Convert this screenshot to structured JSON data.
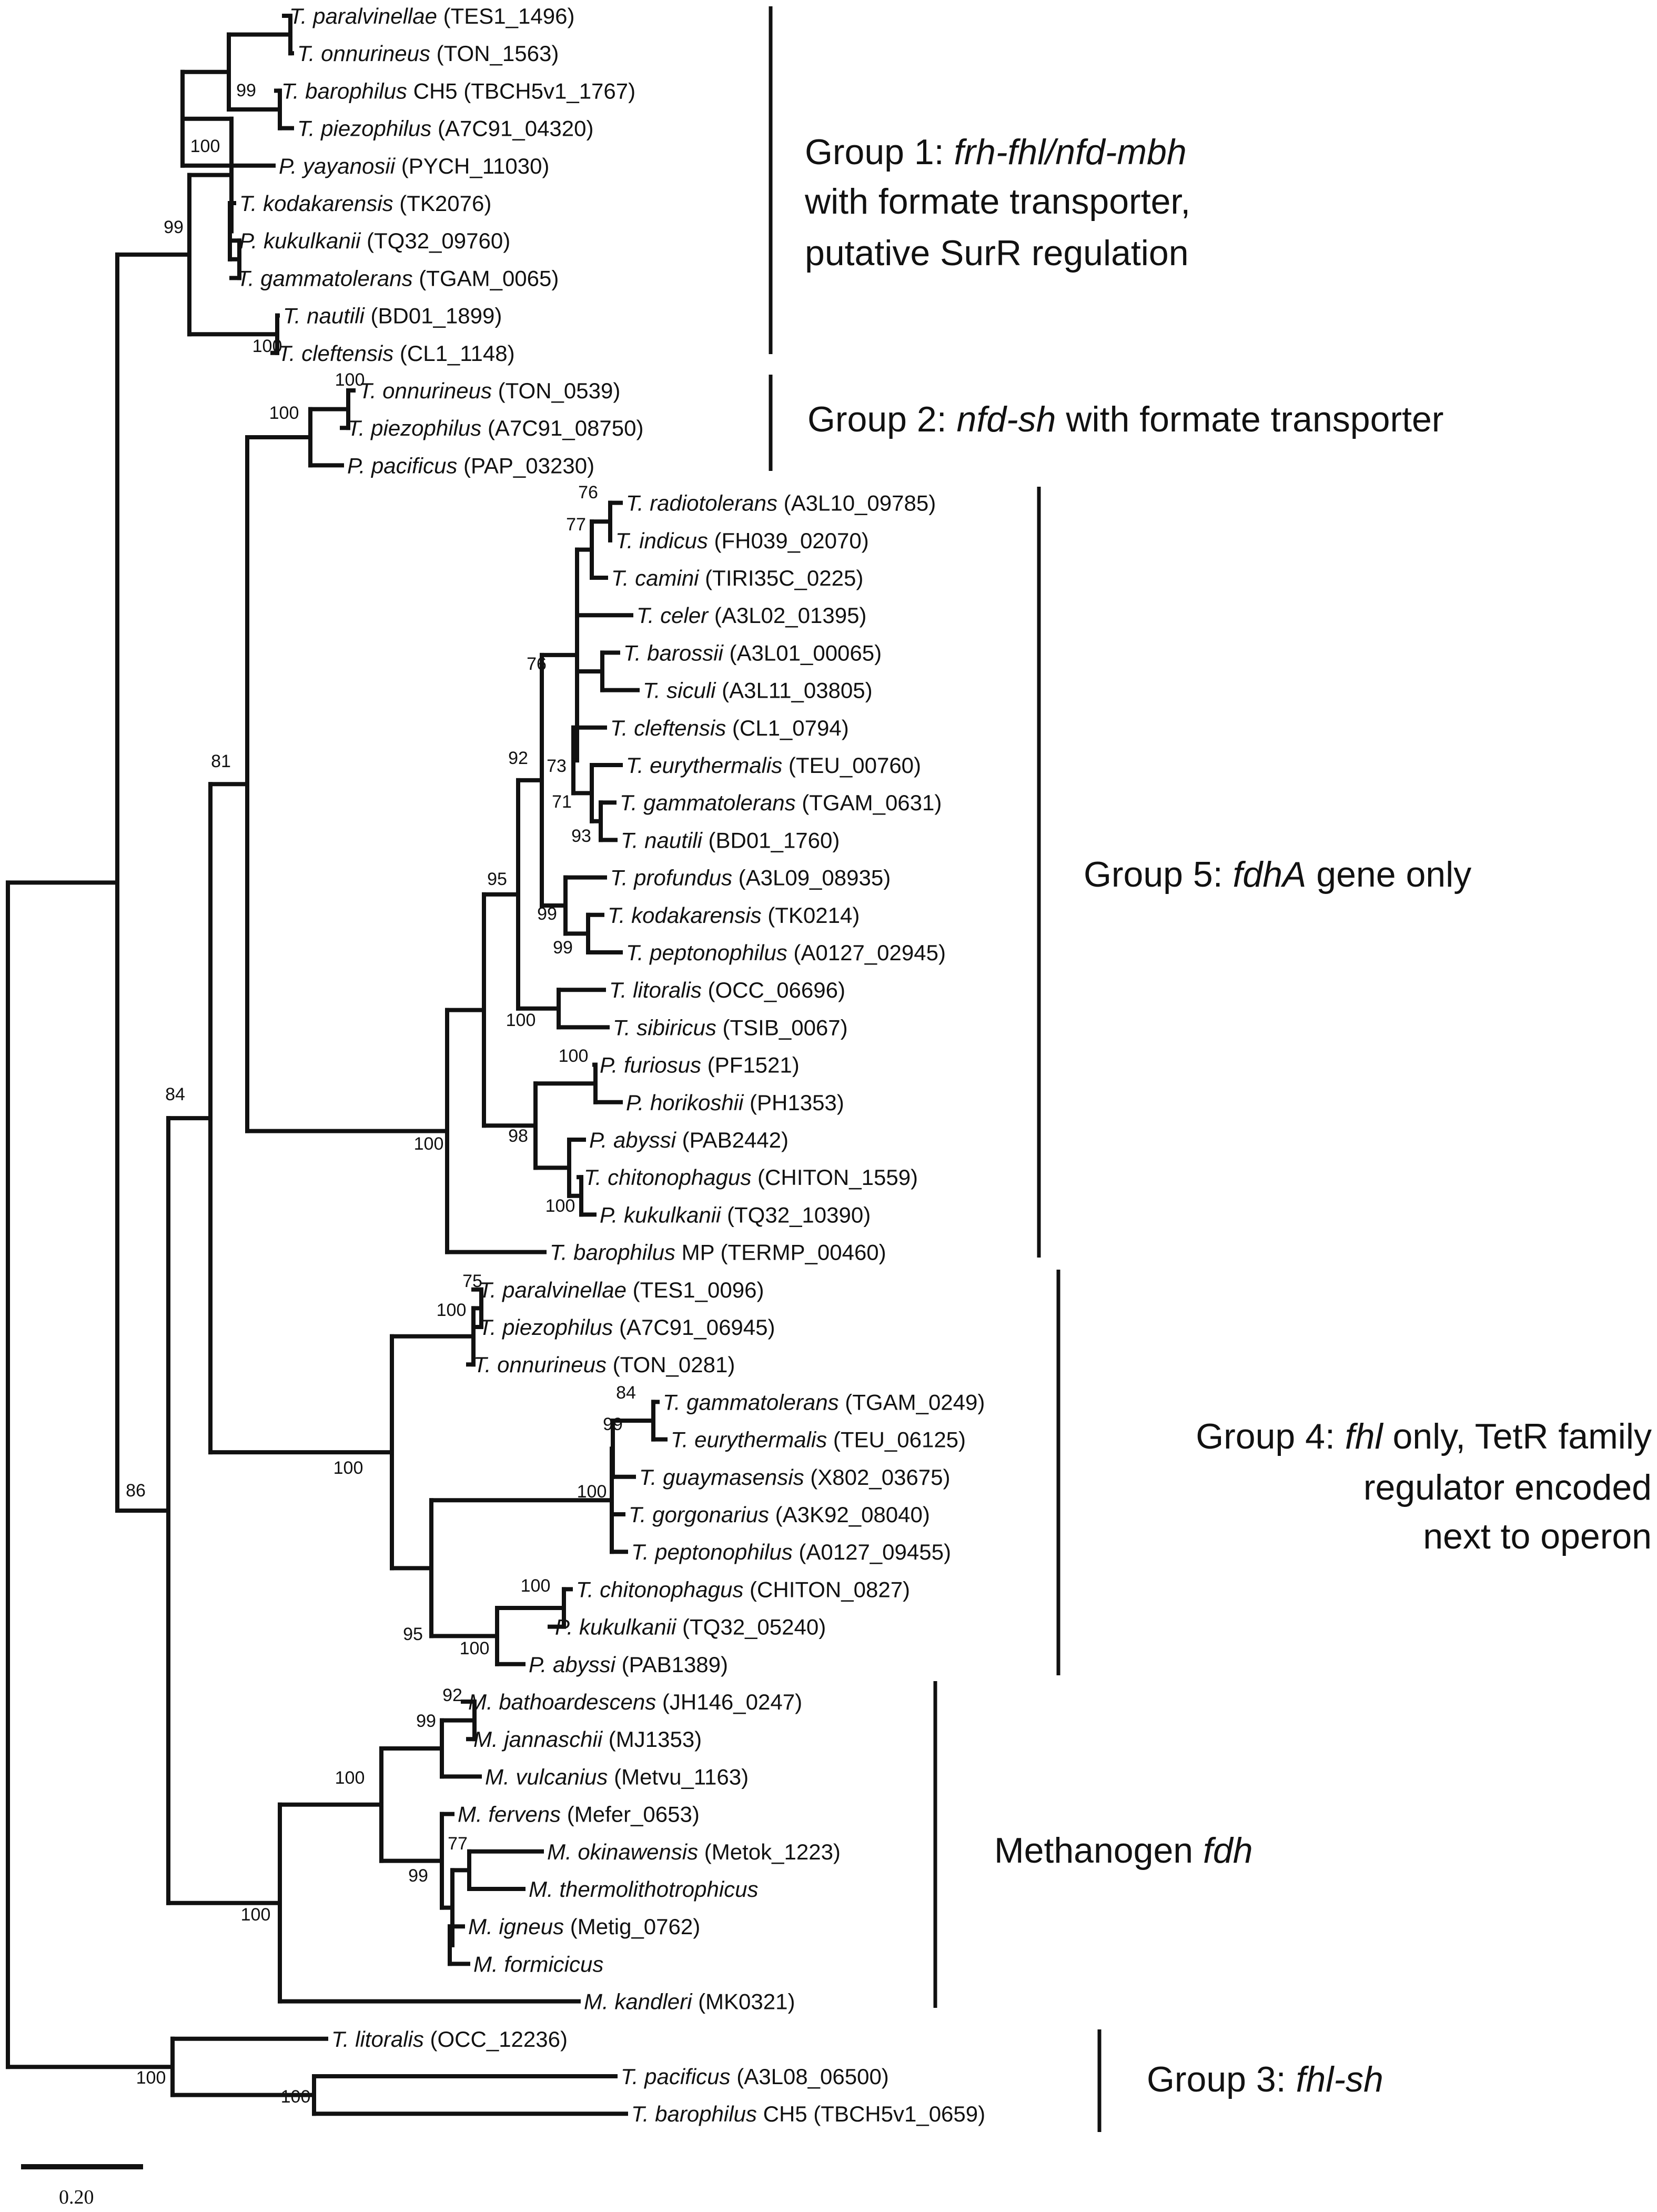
{
  "leaves": [
    {
      "sp": "T. paralvinellae",
      "id": "(TES1_1496)"
    },
    {
      "sp": "T. onnurineus",
      "id": "(TON_1563)"
    },
    {
      "sp": "T. barophilus",
      "suffix": " CH5",
      "id": "(TBCH5v1_1767)"
    },
    {
      "sp": "T. piezophilus",
      "id": "(A7C91_04320)"
    },
    {
      "sp": "P. yayanosii",
      "id": "(PYCH_11030)"
    },
    {
      "sp": "T. kodakarensis",
      "id": "(TK2076)"
    },
    {
      "sp": "P. kukulkanii",
      "id": "(TQ32_09760)"
    },
    {
      "sp": "T. gammatolerans",
      "id": "(TGAM_0065)"
    },
    {
      "sp": "T. nautili",
      "id": "(BD01_1899)"
    },
    {
      "sp": "T. cleftensis",
      "id": "(CL1_1148)"
    },
    {
      "sp": "T. onnurineus",
      "id": "(TON_0539)"
    },
    {
      "sp": "T. piezophilus",
      "id": "(A7C91_08750)"
    },
    {
      "sp": "P. pacificus",
      "id": "(PAP_03230)"
    },
    {
      "sp": "T. radiotolerans",
      "id": "(A3L10_09785)"
    },
    {
      "sp": "T. indicus",
      "id": "(FH039_02070)"
    },
    {
      "sp": "T. camini",
      "id": "(TIRI35C_0225)"
    },
    {
      "sp": "T. celer",
      "id": "(A3L02_01395)"
    },
    {
      "sp": "T. barossii",
      "id": "(A3L01_00065)"
    },
    {
      "sp": "T. siculi",
      "id": "(A3L11_03805)"
    },
    {
      "sp": "T. cleftensis",
      "id": "(CL1_0794)"
    },
    {
      "sp": "T. eurythermalis",
      "id": "(TEU_00760)"
    },
    {
      "sp": "T. gammatolerans",
      "id": "(TGAM_0631)"
    },
    {
      "sp": "T. nautili",
      "id": "(BD01_1760)"
    },
    {
      "sp": "T. profundus",
      "id": "(A3L09_08935)"
    },
    {
      "sp": "T. kodakarensis",
      "id": "(TK0214)"
    },
    {
      "sp": "T. peptonophilus",
      "id": "(A0127_02945)"
    },
    {
      "sp": "T. litoralis",
      "id": "(OCC_06696)"
    },
    {
      "sp": "T. sibiricus",
      "id": "(TSIB_0067)"
    },
    {
      "sp": "P. furiosus",
      "id": "(PF1521)"
    },
    {
      "sp": "P. horikoshii",
      "id": "(PH1353)"
    },
    {
      "sp": "P. abyssi",
      "id": "(PAB2442)"
    },
    {
      "sp": "T. chitonophagus",
      "id": "(CHITON_1559)"
    },
    {
      "sp": "P. kukulkanii",
      "id": "(TQ32_10390)"
    },
    {
      "sp": "T. barophilus",
      "suffix": " MP",
      "id": "(TERMP_00460)"
    },
    {
      "sp": "T. paralvinellae",
      "id": "(TES1_0096)"
    },
    {
      "sp": "T. piezophilus",
      "id": "(A7C91_06945)"
    },
    {
      "sp": "T. onnurineus",
      "id": "(TON_0281)"
    },
    {
      "sp": "T. gammatolerans",
      "id": "(TGAM_0249)"
    },
    {
      "sp": "T. eurythermalis",
      "id": "(TEU_06125)"
    },
    {
      "sp": "T. guaymasensis",
      "id": "(X802_03675)"
    },
    {
      "sp": "T. gorgonarius",
      "id": "(A3K92_08040)"
    },
    {
      "sp": "T. peptonophilus",
      "id": "(A0127_09455)"
    },
    {
      "sp": "T. chitonophagus",
      "id": "(CHITON_0827)"
    },
    {
      "sp": "P. kukulkanii",
      "id": "(TQ32_05240)"
    },
    {
      "sp": "P. abyssi",
      "id": "(PAB1389)"
    },
    {
      "sp": "M. bathoardescens",
      "id": "(JH146_0247)"
    },
    {
      "sp": "M. jannaschii",
      "id": "(MJ1353)"
    },
    {
      "sp": "M. vulcanius",
      "id": "(Metvu_1163)"
    },
    {
      "sp": "M. fervens",
      "id": "(Mefer_0653)"
    },
    {
      "sp": "M. okinawensis",
      "id": "(Metok_1223)"
    },
    {
      "sp": "M. thermolithotrophicus",
      "id": ""
    },
    {
      "sp": "M. igneus",
      "id": "(Metig_0762)"
    },
    {
      "sp": "M. formicicus",
      "id": ""
    },
    {
      "sp": "M. kandleri",
      "id": "(MK0321)"
    },
    {
      "sp": "T. litoralis",
      "id": "(OCC_12236)"
    },
    {
      "sp": "T. pacificus",
      "id": "(A3L08_06500)"
    },
    {
      "sp": "T. barophilus",
      "suffix": " CH5",
      "id": "(TBCH5v1_0659)"
    }
  ],
  "bootstrap": [
    "99",
    "100",
    "99",
    "100",
    "100",
    "100",
    "76",
    "77",
    "76",
    "92",
    "73",
    "71",
    "93",
    "95",
    "99",
    "99",
    "100",
    "100",
    "98",
    "100",
    "100",
    "81",
    "75",
    "100",
    "84",
    "99",
    "100",
    "100",
    "100",
    "95",
    "100",
    "84",
    "92",
    "99",
    "77",
    "99",
    "100",
    "100",
    "100",
    "100",
    "86"
  ],
  "groups": [
    {
      "lines": [
        [
          {
            "t": "Group 1: "
          },
          {
            "t": "frh-fhl/nfd-mbh",
            "it": true
          }
        ],
        [
          {
            "t": "with formate transporter,"
          }
        ],
        [
          {
            "t": "putative SurR regulation"
          }
        ]
      ]
    },
    {
      "lines": [
        [
          {
            "t": "Group 2: "
          },
          {
            "t": "nfd-sh",
            "it": true
          },
          {
            "t": " with formate transporter"
          }
        ]
      ]
    },
    {
      "lines": [
        [
          {
            "t": "Group 5: "
          },
          {
            "t": "fdhA",
            "it": true
          },
          {
            "t": " gene only"
          }
        ]
      ]
    },
    {
      "lines": [
        [
          {
            "t": "Group 4: "
          },
          {
            "t": "fhl",
            "it": true
          },
          {
            "t": " only, TetR family"
          }
        ],
        [
          {
            "t": "regulator encoded"
          }
        ],
        [
          {
            "t": "next to operon"
          }
        ]
      ]
    },
    {
      "lines": [
        [
          {
            "t": "Methanogen "
          },
          {
            "t": "fdh",
            "it": true
          }
        ]
      ]
    },
    {
      "lines": [
        [
          {
            "t": "Group 3: "
          },
          {
            "t": "fhl-sh",
            "it": true
          }
        ]
      ]
    }
  ],
  "scale_label": "0.20"
}
